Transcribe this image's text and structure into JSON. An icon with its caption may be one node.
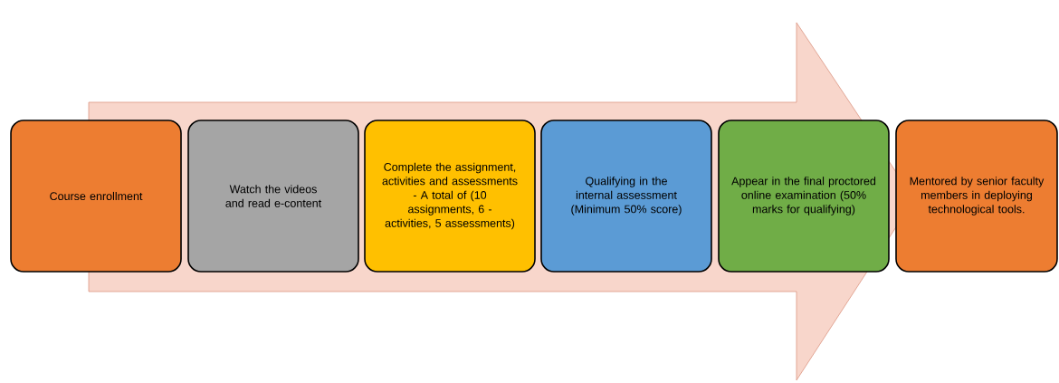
{
  "diagram": {
    "nodes": [
      {
        "text": [
          "Course enrollment"
        ]
      },
      {
        "text": [
          "Watch the videos and read e-content"
        ]
      },
      {
        "text": [
          "Complete the assignment, activities and assessments - A total of (10 assignments, 6 - activities, 5 assessments)"
        ]
      },
      {
        "text": [
          "Qualifying in the internal assessment (Minimum 50% score)"
        ]
      },
      {
        "text": [
          "Appear in the final proctored online examination (50% marks for qualifying)"
        ]
      },
      {
        "text": [
          "Mentored by senior faculty members in deploying technological tools."
        ]
      }
    ]
  }
}
